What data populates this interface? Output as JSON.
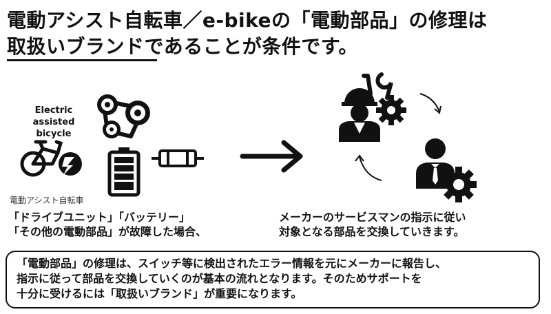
{
  "header": {
    "title_line1": "電動アシスト自転車／e-bikeの「電動部品」の修理は",
    "title_line2": "取扱いブランドであることが条件です。"
  },
  "left": {
    "ebike_label_line1": "Electric assisted",
    "ebike_label_line2": "bicycle",
    "ebike_label_jp": "電動アシスト自転車",
    "parts_line1": "「ドライブユニット」「バッテリー」",
    "parts_line2": "「その他の電動部品」が故障した場合、"
  },
  "right": {
    "service_line1": "メーカーのサービスマンの指示に従い",
    "service_line2": "対象となる部品を交換していきます。"
  },
  "note": {
    "line1": "「電動部品」の修理は、スイッチ等に検出されたエラー情報を元にメーカーに報告し、",
    "line2": "指示に従って部品を交換していくのが基本の流れとなります。そのためサポートを",
    "line3": "十分に受けるには「取扱いブランド」が重要になります。"
  },
  "icons": {
    "bike": "electric-bike-icon",
    "drive": "drive-unit-icon",
    "battery": "battery-icon",
    "fuse": "fuse-icon",
    "arrow": "right-arrow-icon",
    "mechanic": "mechanic-icon",
    "manager": "businessman-gear-icon"
  }
}
